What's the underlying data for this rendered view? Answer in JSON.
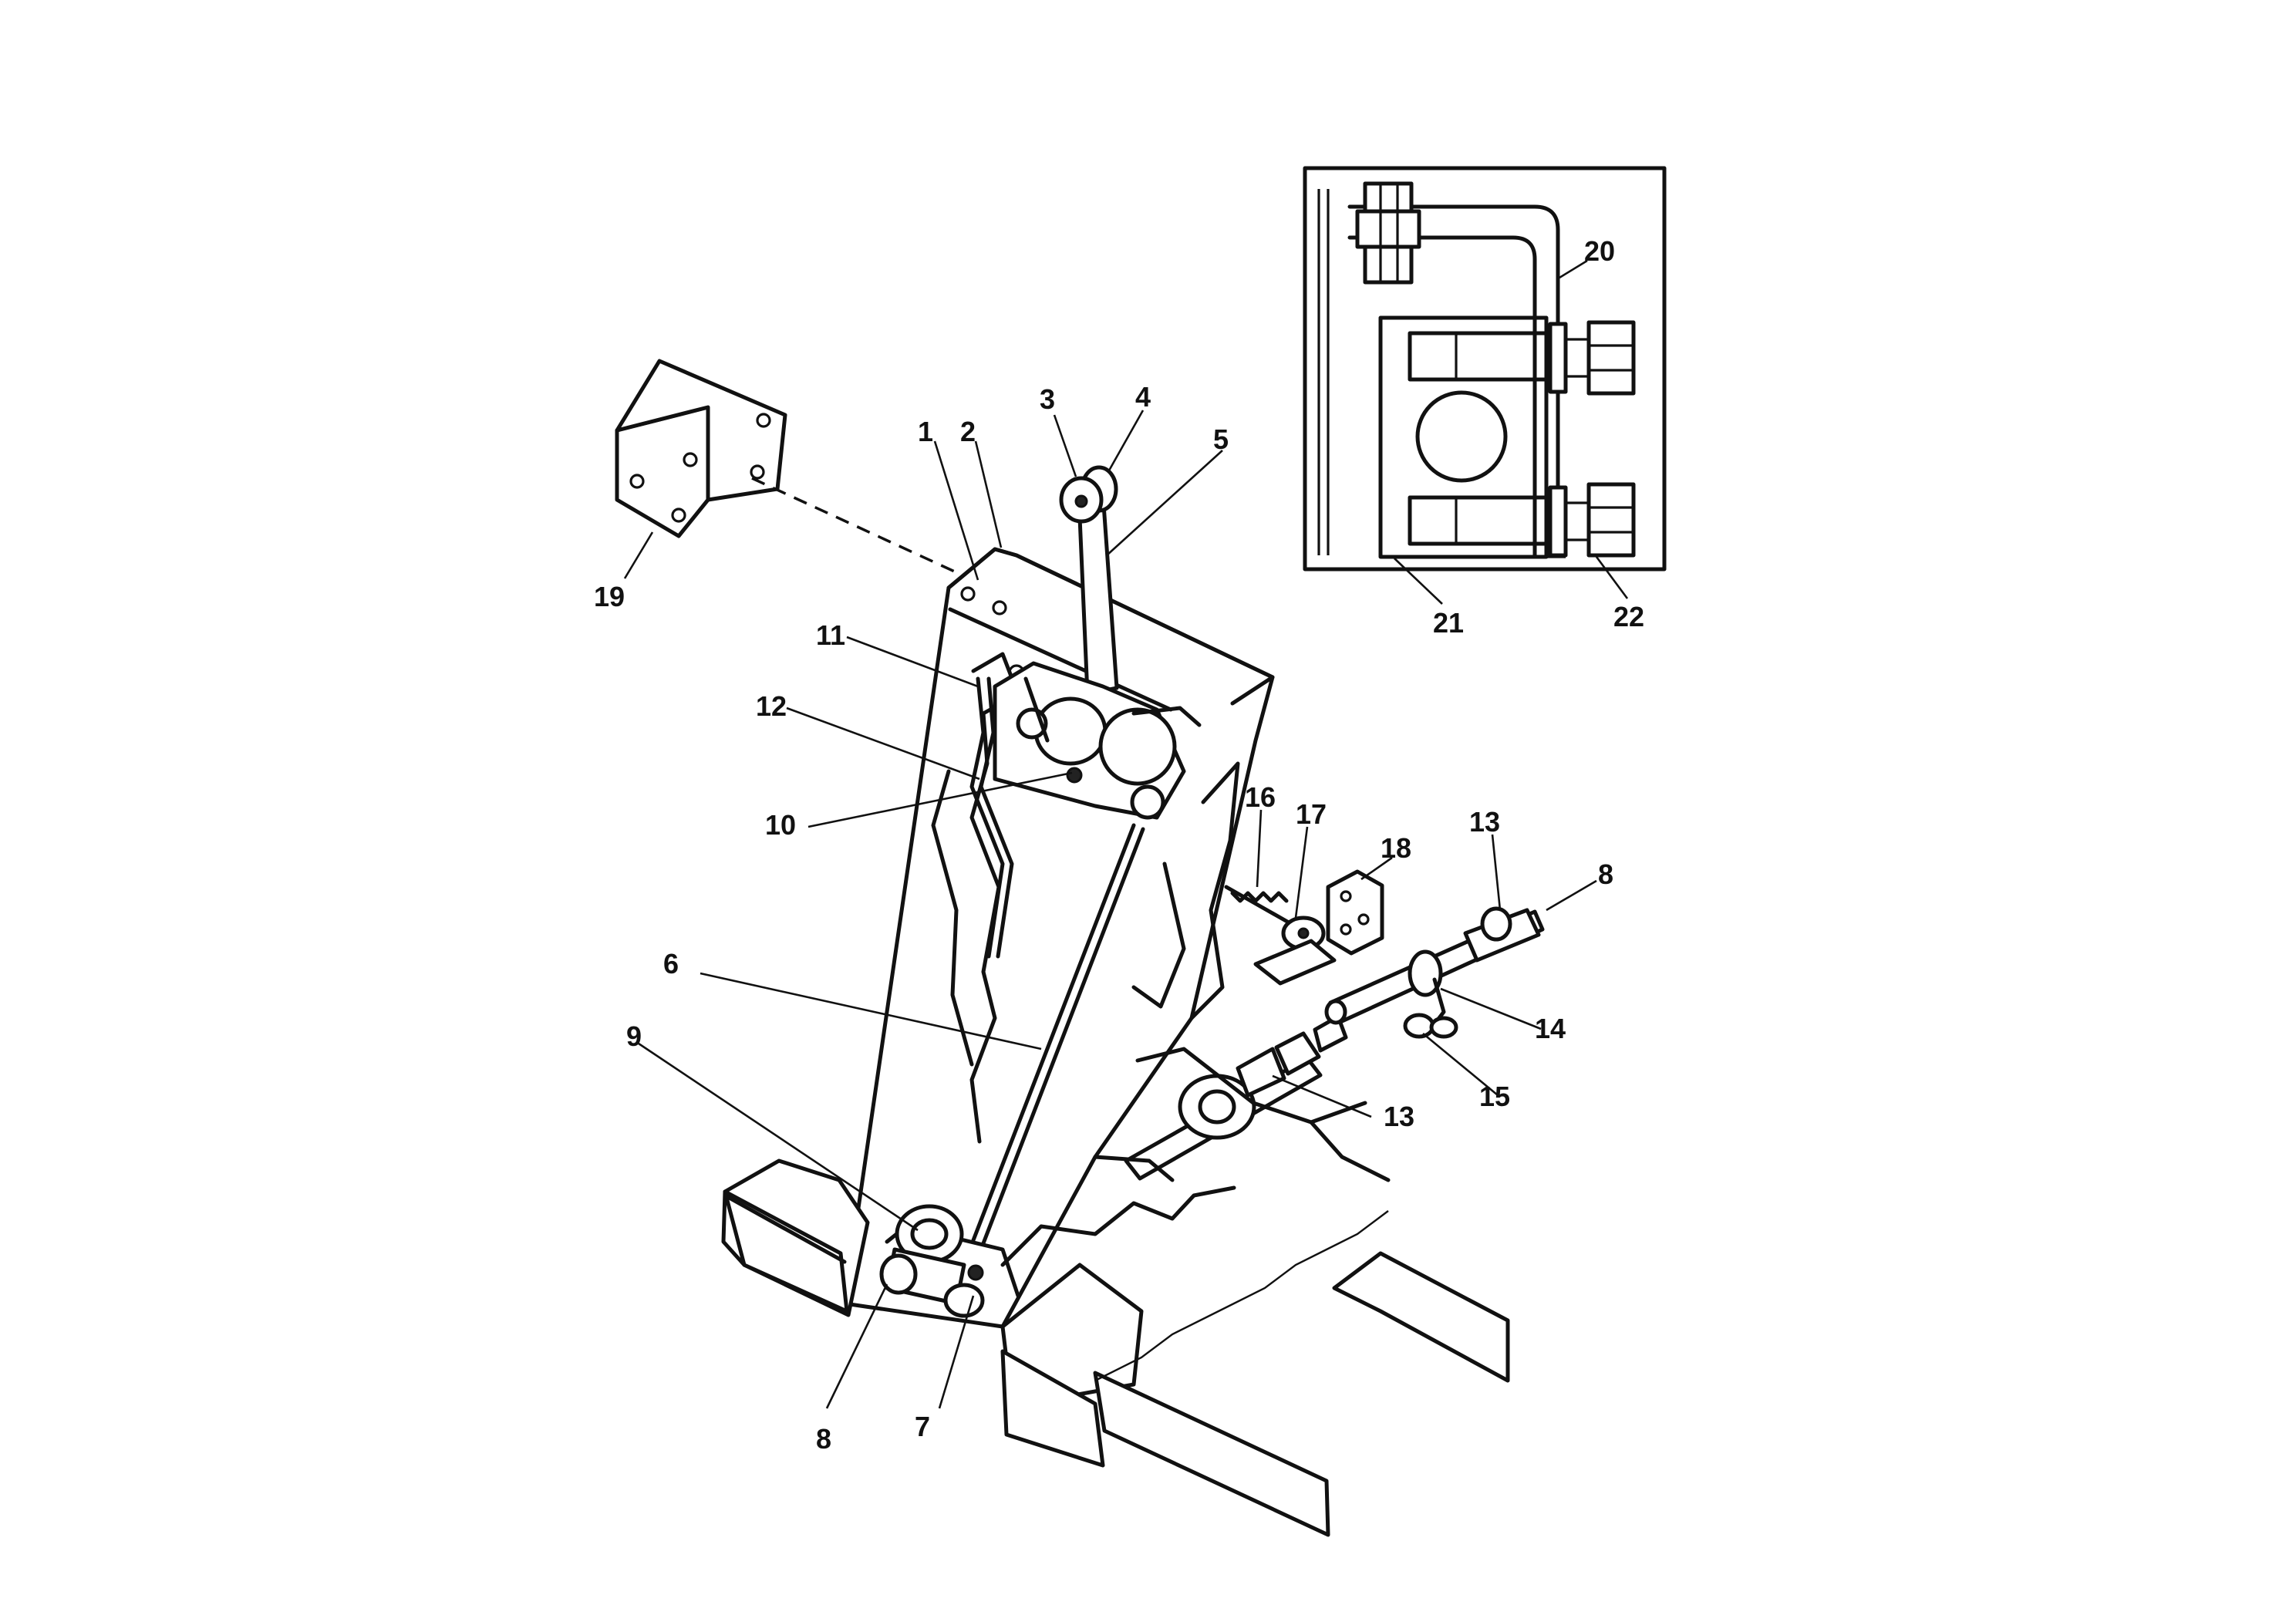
{
  "labels": [
    "1",
    "2",
    "3",
    "4",
    "5",
    "6",
    "7",
    "8",
    "9",
    "10",
    "11",
    "12",
    "13",
    "14",
    "15",
    "16",
    "17",
    "18",
    "19",
    "20",
    "21",
    "22"
  ],
  "callouts": [
    {
      "id": "c1",
      "text": "1"
    },
    {
      "id": "c2",
      "text": "2"
    },
    {
      "id": "c3",
      "text": "3"
    },
    {
      "id": "c4",
      "text": "4"
    },
    {
      "id": "c5",
      "text": "5"
    },
    {
      "id": "c6",
      "text": "6"
    },
    {
      "id": "c7",
      "text": "7"
    },
    {
      "id": "c8a",
      "text": "8"
    },
    {
      "id": "c8b",
      "text": "8"
    },
    {
      "id": "c9",
      "text": "9"
    },
    {
      "id": "c10",
      "text": "10"
    },
    {
      "id": "c11",
      "text": "11"
    },
    {
      "id": "c12",
      "text": "12"
    },
    {
      "id": "c13a",
      "text": "13"
    },
    {
      "id": "c13b",
      "text": "13"
    },
    {
      "id": "c14",
      "text": "14"
    },
    {
      "id": "c15",
      "text": "15"
    },
    {
      "id": "c16",
      "text": "16"
    },
    {
      "id": "c17",
      "text": "17"
    },
    {
      "id": "c18",
      "text": "18"
    },
    {
      "id": "c19",
      "text": "19"
    },
    {
      "id": "c20",
      "text": "20"
    },
    {
      "id": "c21",
      "text": "21"
    },
    {
      "id": "c22",
      "text": "22"
    }
  ]
}
